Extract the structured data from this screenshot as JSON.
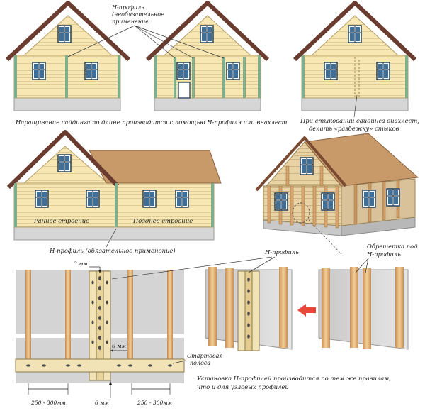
{
  "captions": {
    "h_profile_optional": [
      "Н-профиль",
      "(необязательное",
      "применение"
    ],
    "extension_note": "Наращивание сайдинга по длине производится с помощью Н-профиля или внахлест",
    "overlap_note": [
      "При стыковании сайдинга внахлест,",
      "делать «разбежку» стыков"
    ],
    "early_building": "Раннее строение",
    "late_building": "Позднее строение",
    "h_profile_required": "Н-профиль (обязательное применение)",
    "h_profile": "Н-профиль",
    "lathing_note": [
      "Обрешетка под",
      "Н-профиль"
    ],
    "gap_3mm": "3 мм",
    "gap_6mm_side": "6 мм",
    "gap_6mm_bottom": "6 мм",
    "starter_strip": [
      "Стартовая",
      "полоса"
    ],
    "spacing_left": "250 - 300мм",
    "spacing_right": "250 - 300мм",
    "install_note": [
      "Установка Н-профилей производится по тем же правилам,",
      "что и для угловых профилей"
    ]
  },
  "colors": {
    "siding": "#f6e7b4",
    "siding_line": "#d9c48a",
    "roof": "#7a4a3a",
    "roof_brown": "#c89a6a",
    "foundation": "#d8d8d8",
    "trim_green": "#7fae8c",
    "window_frame": "#3b5c78",
    "wall_gray": "#d7d7d7",
    "batten": "#e8c088",
    "arrow_red": "#e8473c"
  }
}
